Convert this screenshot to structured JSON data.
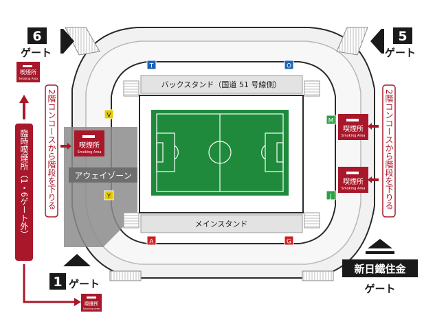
{
  "gates": {
    "g6": {
      "num": "6",
      "label": "ゲート"
    },
    "g5": {
      "num": "5",
      "label": "ゲート"
    },
    "g1": {
      "num": "1",
      "label": "ゲート"
    },
    "nippon": {
      "name": "新日鐵住金",
      "label": "ゲート"
    }
  },
  "stands": {
    "back": "バックスタンド（国道 51 号線側）",
    "main": "メインスタンド",
    "away": "アウェイゾーン"
  },
  "concourse_note": "2階コンコースから階段を下りる",
  "temp_smoking_note": "臨時喫煙所（1・6ゲート外）",
  "smoking_area": {
    "title": "喫煙所",
    "sub": "Smoking Area"
  },
  "section_markers": [
    {
      "id": "T",
      "color": "#1e64b4"
    },
    {
      "id": "O",
      "color": "#1e64b4"
    },
    {
      "id": "V",
      "color": "#e6c800"
    },
    {
      "id": "Y",
      "color": "#e6c800"
    },
    {
      "id": "M",
      "color": "#2ea043"
    },
    {
      "id": "J",
      "color": "#2ea043"
    },
    {
      "id": "A",
      "color": "#cc2222"
    },
    {
      "id": "G",
      "color": "#cc2222"
    }
  ],
  "colors": {
    "accent_red": "#a8182a",
    "pitch_green": "#1f8a3c",
    "dark": "#1a1a1a"
  }
}
